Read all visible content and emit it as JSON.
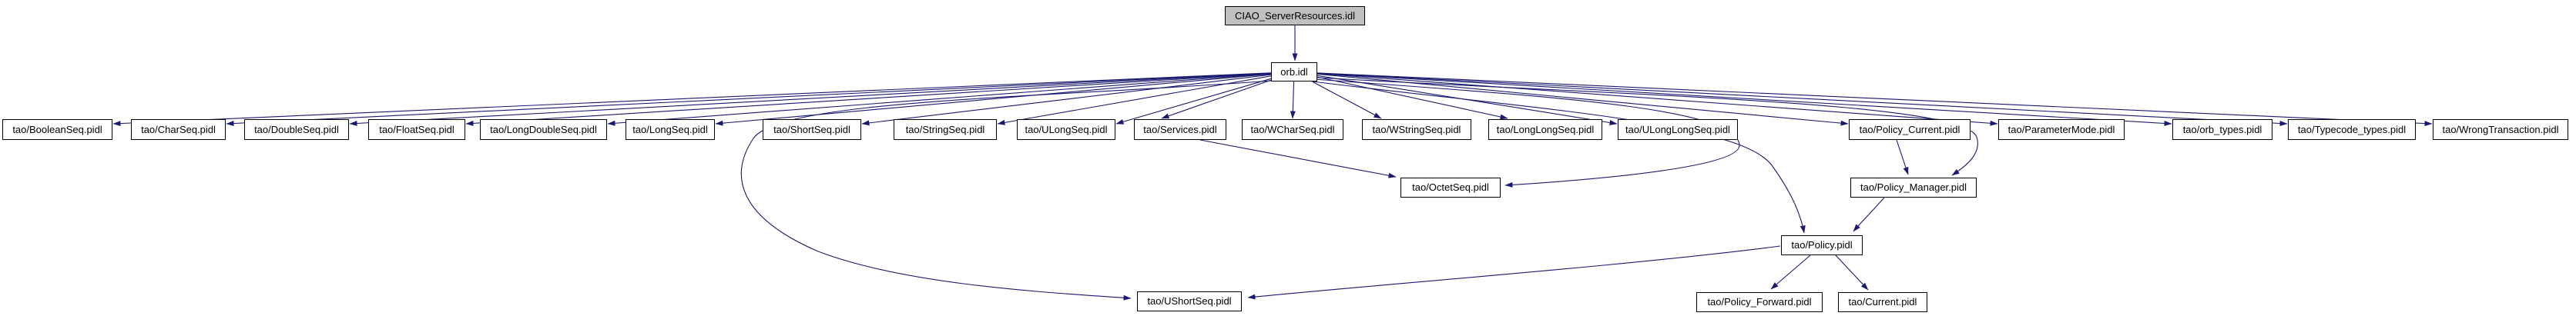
{
  "diagram": {
    "kind": "include-dependency-graph",
    "colors": {
      "edge": "#191970",
      "node_border": "#000000",
      "node_fill": "#ffffff",
      "root_fill": "#bfbfbf",
      "text": "#000000",
      "background": "#ffffff"
    },
    "nodes": [
      {
        "id": "ciao",
        "label": "CIAO_ServerResources.idl",
        "type": "root"
      },
      {
        "id": "orb",
        "label": "orb.idl",
        "type": "file"
      },
      {
        "id": "boolean",
        "label": "tao/BooleanSeq.pidl",
        "type": "file"
      },
      {
        "id": "char",
        "label": "tao/CharSeq.pidl",
        "type": "file"
      },
      {
        "id": "double",
        "label": "tao/DoubleSeq.pidl",
        "type": "file"
      },
      {
        "id": "float",
        "label": "tao/FloatSeq.pidl",
        "type": "file"
      },
      {
        "id": "longdouble",
        "label": "tao/LongDoubleSeq.pidl",
        "type": "file"
      },
      {
        "id": "long",
        "label": "tao/LongSeq.pidl",
        "type": "file"
      },
      {
        "id": "short",
        "label": "tao/ShortSeq.pidl",
        "type": "file"
      },
      {
        "id": "string",
        "label": "tao/StringSeq.pidl",
        "type": "file"
      },
      {
        "id": "ulong",
        "label": "tao/ULongSeq.pidl",
        "type": "file"
      },
      {
        "id": "services",
        "label": "tao/Services.pidl",
        "type": "file"
      },
      {
        "id": "wchar",
        "label": "tao/WCharSeq.pidl",
        "type": "file"
      },
      {
        "id": "wstring",
        "label": "tao/WStringSeq.pidl",
        "type": "file"
      },
      {
        "id": "longlong",
        "label": "tao/LongLongSeq.pidl",
        "type": "file"
      },
      {
        "id": "ulonglong",
        "label": "tao/ULongLongSeq.pidl",
        "type": "file"
      },
      {
        "id": "policycurrent",
        "label": "tao/Policy_Current.pidl",
        "type": "file"
      },
      {
        "id": "parametermode",
        "label": "tao/ParameterMode.pidl",
        "type": "file"
      },
      {
        "id": "orbtypes",
        "label": "tao/orb_types.pidl",
        "type": "file"
      },
      {
        "id": "typecodetypes",
        "label": "tao/Typecode_types.pidl",
        "type": "file"
      },
      {
        "id": "wrongtransaction",
        "label": "tao/WrongTransaction.pidl",
        "type": "file"
      },
      {
        "id": "octet",
        "label": "tao/OctetSeq.pidl",
        "type": "file"
      },
      {
        "id": "policymanager",
        "label": "tao/Policy_Manager.pidl",
        "type": "file"
      },
      {
        "id": "policy",
        "label": "tao/Policy.pidl",
        "type": "file"
      },
      {
        "id": "ushort",
        "label": "tao/UShortSeq.pidl",
        "type": "file"
      },
      {
        "id": "policyforward",
        "label": "tao/Policy_Forward.pidl",
        "type": "file"
      },
      {
        "id": "current",
        "label": "tao/Current.pidl",
        "type": "file"
      }
    ],
    "edges": [
      {
        "from": "ciao",
        "to": "orb"
      },
      {
        "from": "orb",
        "to": "boolean"
      },
      {
        "from": "orb",
        "to": "char"
      },
      {
        "from": "orb",
        "to": "double"
      },
      {
        "from": "orb",
        "to": "float"
      },
      {
        "from": "orb",
        "to": "longdouble"
      },
      {
        "from": "orb",
        "to": "long"
      },
      {
        "from": "orb",
        "to": "short"
      },
      {
        "from": "orb",
        "to": "string"
      },
      {
        "from": "orb",
        "to": "ulong"
      },
      {
        "from": "orb",
        "to": "services"
      },
      {
        "from": "orb",
        "to": "wchar"
      },
      {
        "from": "orb",
        "to": "wstring"
      },
      {
        "from": "orb",
        "to": "longlong"
      },
      {
        "from": "orb",
        "to": "ulonglong"
      },
      {
        "from": "orb",
        "to": "policycurrent"
      },
      {
        "from": "orb",
        "to": "parametermode"
      },
      {
        "from": "orb",
        "to": "orbtypes"
      },
      {
        "from": "orb",
        "to": "typecodetypes"
      },
      {
        "from": "orb",
        "to": "wrongtransaction"
      },
      {
        "from": "orb",
        "to": "octet"
      },
      {
        "from": "orb",
        "to": "policymanager"
      },
      {
        "from": "orb",
        "to": "policy"
      },
      {
        "from": "orb",
        "to": "ushort"
      },
      {
        "from": "services",
        "to": "octet"
      },
      {
        "from": "policycurrent",
        "to": "policymanager"
      },
      {
        "from": "policymanager",
        "to": "policy"
      },
      {
        "from": "policy",
        "to": "ushort"
      },
      {
        "from": "policy",
        "to": "policyforward"
      },
      {
        "from": "policy",
        "to": "current"
      }
    ]
  }
}
